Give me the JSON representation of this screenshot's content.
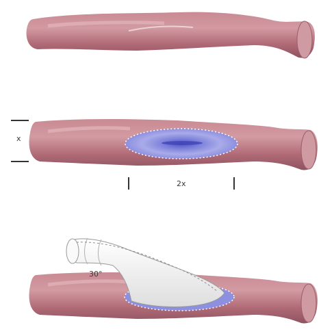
{
  "panels": {
    "step1": {
      "name": "vessel-with-incision"
    },
    "step2": {
      "name": "vessel-with-patch-area",
      "diameter_label": "x",
      "opening_length_label": "2x"
    },
    "step3": {
      "name": "vessel-with-graft-anastomosis",
      "angle_label": "30°"
    }
  },
  "colors": {
    "vessel": "#b8727d",
    "vessel_highlight": "#d7a2aa",
    "vessel_shadow": "#8f5360",
    "patch": "#8d8fe0",
    "patch_center": "#5a5fcc",
    "graft": "#f1f1f1",
    "graft_outline": "#9a9a9a",
    "measure_lines": "#333333"
  }
}
